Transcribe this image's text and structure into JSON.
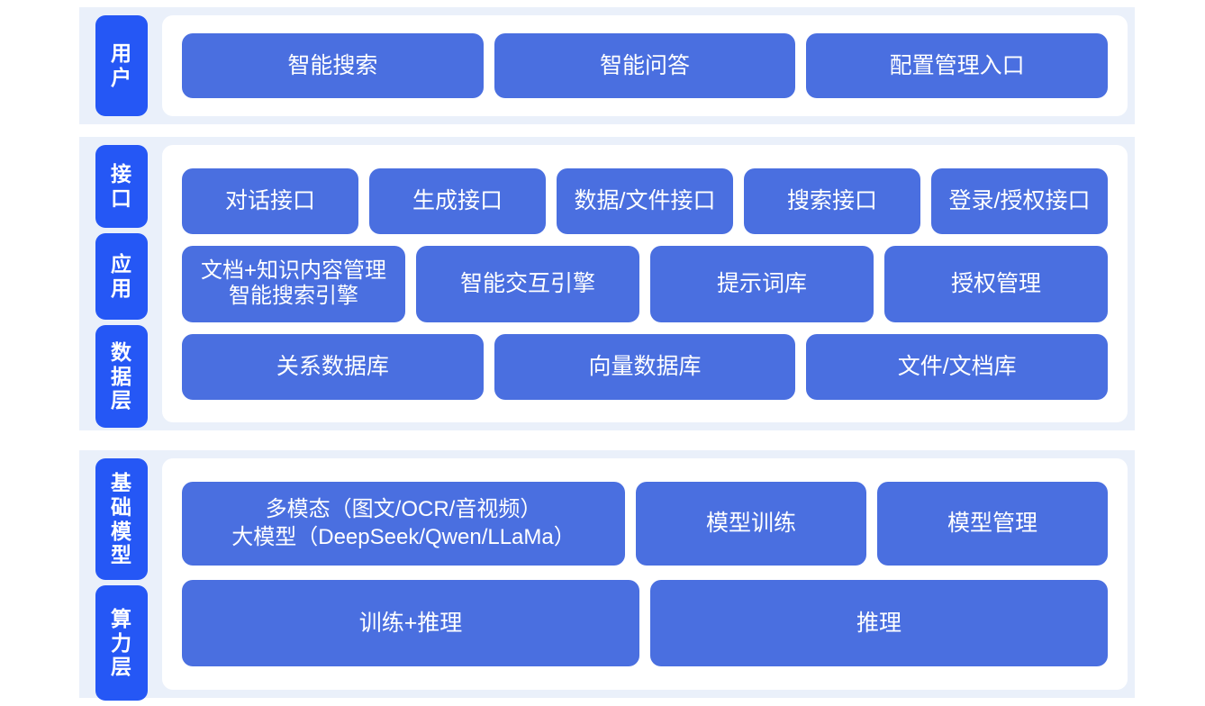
{
  "colors": {
    "tab_blue": "#2557F5",
    "box_blue": "#4A6FE0",
    "band_background": "#EAF0FA",
    "card_background": "#FFFFFF",
    "page_background": "#FFFFFF",
    "text_on_blue": "#FFFFFF"
  },
  "bands": [
    {
      "id": "user",
      "tabs": [
        {
          "id": "user",
          "label": "用户"
        }
      ],
      "rows": [
        {
          "id": "user-entries",
          "boxes": [
            {
              "id": "smart-search",
              "label": "智能搜索"
            },
            {
              "id": "smart-qa",
              "label": "智能问答"
            },
            {
              "id": "config-management-entry",
              "label": "配置管理入口"
            }
          ]
        }
      ]
    },
    {
      "id": "middle",
      "tabs": [
        {
          "id": "api",
          "label": "接口"
        },
        {
          "id": "app",
          "label": "应用"
        },
        {
          "id": "data",
          "label": "数据层"
        }
      ],
      "rows": [
        {
          "id": "api-row",
          "boxes": [
            {
              "id": "dialog-api",
              "label": "对话接口"
            },
            {
              "id": "generate-api",
              "label": "生成接口"
            },
            {
              "id": "data-file-api",
              "label": "数据/文件接口"
            },
            {
              "id": "search-api",
              "label": "搜索接口"
            },
            {
              "id": "login-auth-api",
              "label": "登录/授权接口"
            }
          ]
        },
        {
          "id": "app-row",
          "boxes": [
            {
              "id": "doc-knowledge-management",
              "label": "文档+知识内容管理\n智能搜索引擎"
            },
            {
              "id": "smart-interaction-engine",
              "label": "智能交互引擎"
            },
            {
              "id": "prompt-library",
              "label": "提示词库"
            },
            {
              "id": "authorization-management",
              "label": "授权管理"
            }
          ]
        },
        {
          "id": "data-row",
          "boxes": [
            {
              "id": "relational-database",
              "label": "关系数据库"
            },
            {
              "id": "vector-database",
              "label": "向量数据库"
            },
            {
              "id": "file-document-store",
              "label": "文件/文档库"
            }
          ]
        }
      ]
    },
    {
      "id": "infra",
      "tabs": [
        {
          "id": "foundation-model",
          "label": "基础模型"
        },
        {
          "id": "compute-layer",
          "label": "算力层"
        }
      ],
      "rows": [
        {
          "id": "model-row",
          "boxes": [
            {
              "id": "multimodal-llm",
              "label": "多模态（图文/OCR/音视频）\n大模型（DeepSeek/Qwen/LLaMa）"
            },
            {
              "id": "model-training",
              "label": "模型训练"
            },
            {
              "id": "model-management",
              "label": "模型管理"
            }
          ]
        },
        {
          "id": "compute-row",
          "boxes": [
            {
              "id": "train-and-inference",
              "label": "训练+推理"
            },
            {
              "id": "inference",
              "label": "推理"
            }
          ]
        }
      ]
    }
  ]
}
